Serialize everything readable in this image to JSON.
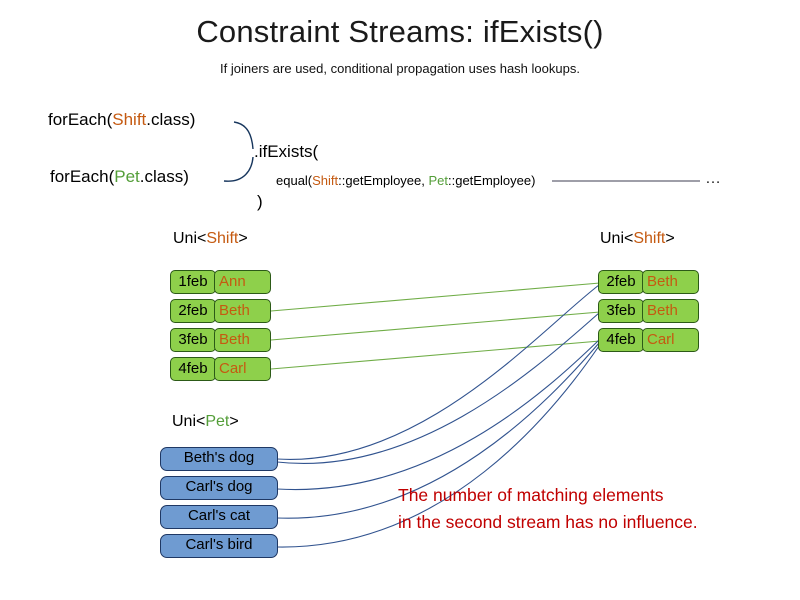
{
  "header": {
    "title": "Constraint Streams: ifExists()",
    "subtitle": "If joiners are used, conditional propagation uses hash lookups."
  },
  "code": {
    "foreach_shift_prefix": "forEach(",
    "foreach_shift_class": "Shift",
    "foreach_shift_suffix": ".class)",
    "if_exists": ".ifExists(",
    "foreach_pet_prefix": "forEach(",
    "foreach_pet_class": "Pet",
    "foreach_pet_suffix": ".class)",
    "equal_prefix": "equal(",
    "equal_shift": "Shift",
    "equal_mid": "::getEmployee, ",
    "equal_pet": "Pet",
    "equal_suffix": "::getEmployee)",
    "close_paren": ")",
    "ellipsis": "…"
  },
  "left_shift_table": {
    "header_prefix": "Uni<",
    "header_type": "Shift",
    "header_suffix": ">",
    "rows": [
      {
        "date": "1feb",
        "name": "Ann"
      },
      {
        "date": "2feb",
        "name": "Beth"
      },
      {
        "date": "3feb",
        "name": "Beth"
      },
      {
        "date": "4feb",
        "name": "Carl"
      }
    ]
  },
  "right_shift_table": {
    "header_prefix": "Uni<",
    "header_type": "Shift",
    "header_suffix": ">",
    "rows": [
      {
        "date": "2feb",
        "name": "Beth"
      },
      {
        "date": "3feb",
        "name": "Beth"
      },
      {
        "date": "4feb",
        "name": "Carl"
      }
    ]
  },
  "pet_table": {
    "header_prefix": "Uni<",
    "header_type": "Pet",
    "header_suffix": ">",
    "rows": [
      "Beth's dog",
      "Carl's dog",
      "Carl's cat",
      "Carl's bird"
    ]
  },
  "note": {
    "line1": "The number of matching elements",
    "line2": "in the second stream has no influence."
  },
  "colors": {
    "shift_token": "#c55a11",
    "pet_token": "#549e39",
    "shift_box_fill": "#8ed04b",
    "shift_box_border": "#2c5a17",
    "pet_box_fill": "#6f9bd1",
    "pet_box_border": "#1f3864",
    "note_text": "#c00000",
    "green_line": "#70ad47",
    "blue_line": "#31538f"
  }
}
